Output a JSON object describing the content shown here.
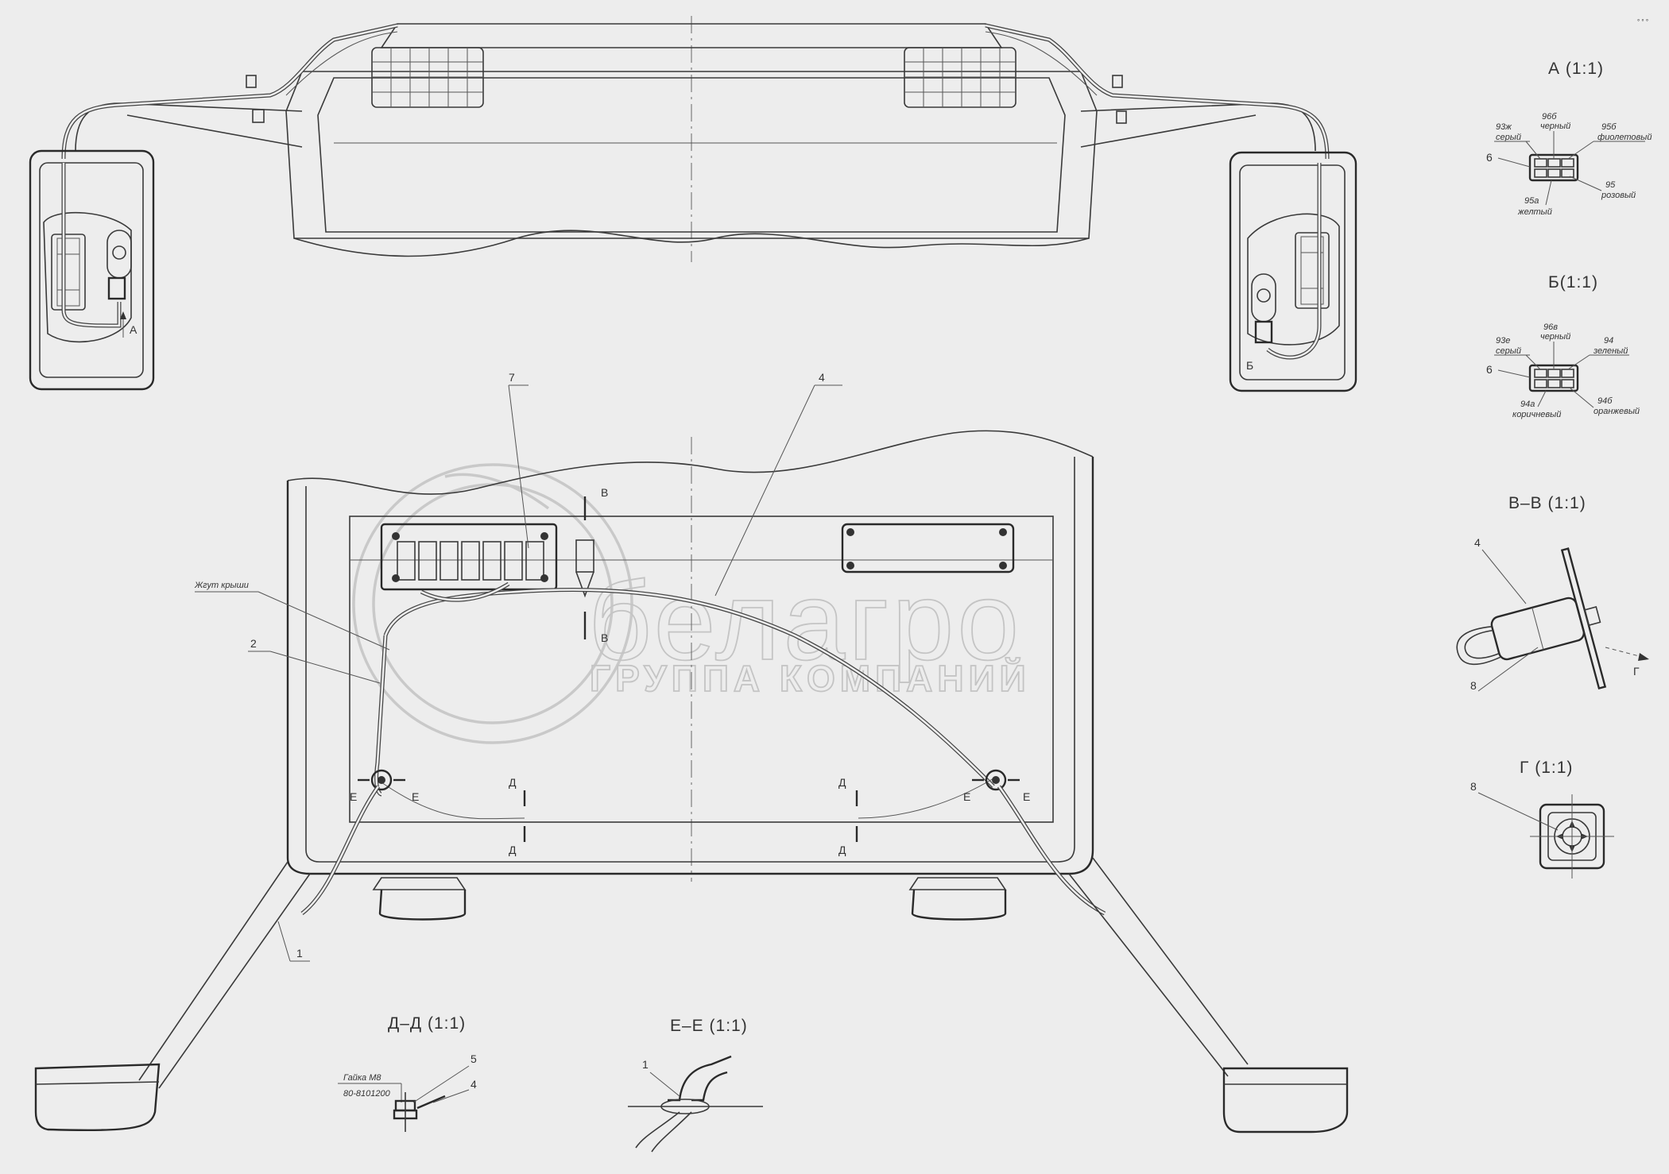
{
  "views": {
    "a": {
      "title": "А (1:1)",
      "wires": [
        "96б",
        "черный",
        "95б",
        "фиолетовый",
        "93ж",
        "серый",
        "95",
        "розовый",
        "95а",
        "желтый"
      ],
      "callout": "6"
    },
    "b": {
      "title": "Б(1:1)",
      "wires": [
        "96в",
        "черный",
        "94",
        "зеленый",
        "93е",
        "серый",
        "94а",
        "коричневый",
        "94б",
        "оранжевый"
      ],
      "callout": "6"
    },
    "vv": {
      "title": "В–В (1:1)",
      "callouts": [
        "4",
        "8"
      ],
      "arrow_label": "Г"
    },
    "g": {
      "title": "Г (1:1)",
      "callout": "8"
    },
    "dd": {
      "title": "Д–Д (1:1)",
      "nut_label": "Гайка М8",
      "nut_code": "80-8101200",
      "callouts": [
        "5",
        "4"
      ]
    },
    "ee": {
      "title": "Е–Е (1:1)",
      "callout": "1"
    }
  },
  "main": {
    "harness_label": "Жгут крыши",
    "callouts": [
      "7",
      "4",
      "2",
      "1"
    ],
    "section_marks": {
      "v": "В",
      "d": "Д",
      "e": "Е"
    },
    "mirror_left_view": "А",
    "mirror_right_view": "Б"
  },
  "watermark": {
    "logo": "белагро",
    "subtitle": "ГРУППА КОМПАНИЙ"
  },
  "icons": [
    "connector-icon",
    "lamp-icon",
    "mirror-icon"
  ]
}
